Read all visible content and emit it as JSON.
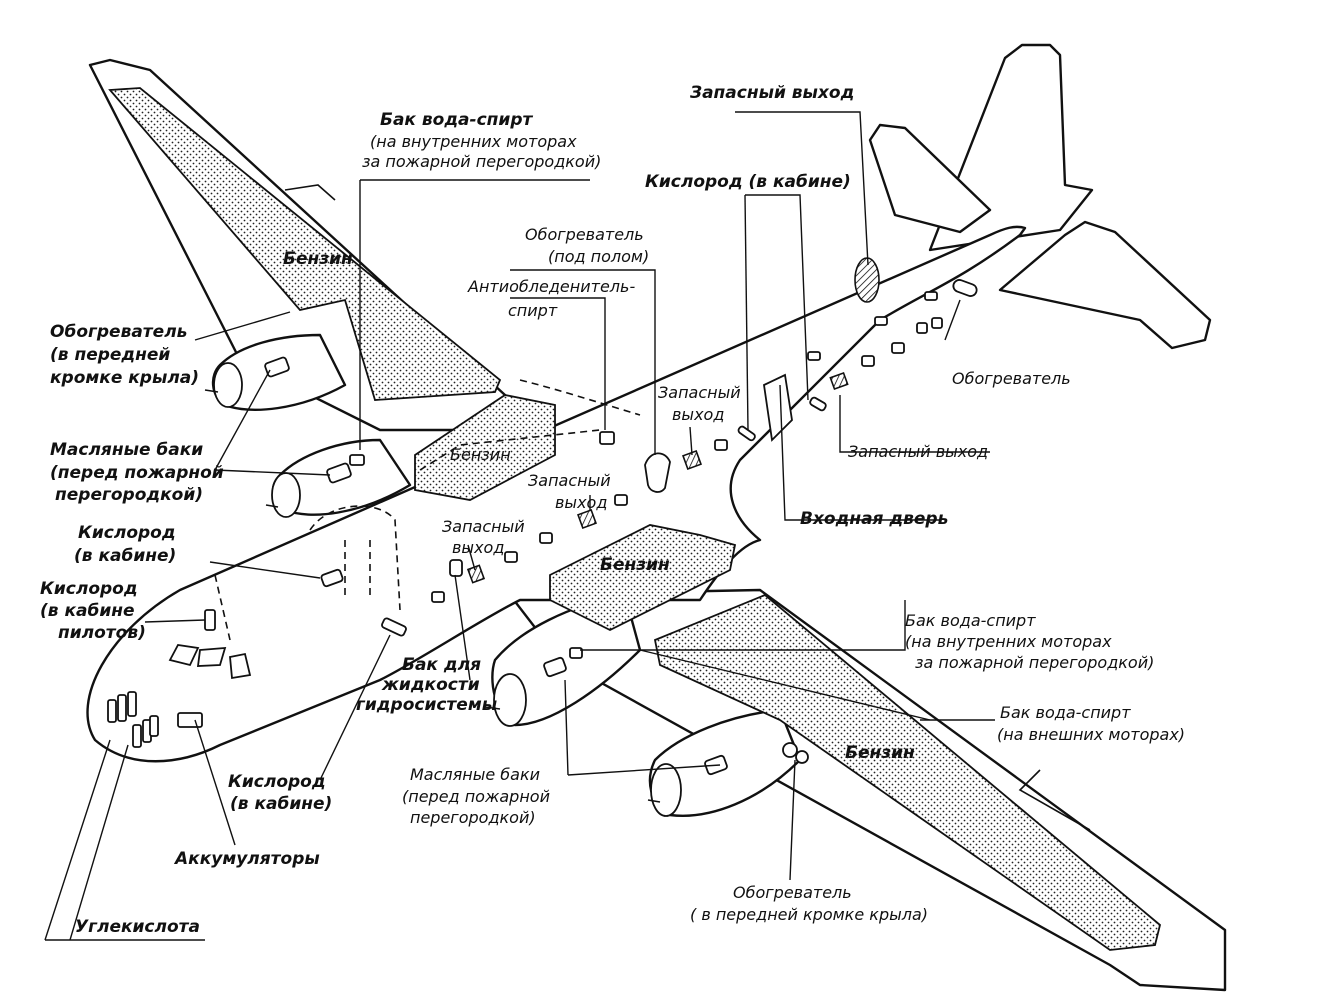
{
  "labels": {
    "emergency_exit_top": "Запасный выход",
    "water_alcohol_inner_top": [
      "Бак вода-спирт",
      "(на внутренних моторах",
      "за пожарной перегородкой)"
    ],
    "oxygen_cabin_top": "Кислород (в кабине)",
    "heater_floor": [
      "Обогреватель",
      "(под полом)"
    ],
    "anti_icing": [
      "Антиобледенитель-",
      "спирт"
    ],
    "fuel_wing_left": "Бензин",
    "heater_wing_left": [
      "Обогреватель",
      "(в передней",
      "кромке крыла)"
    ],
    "emergency_exit_mid": [
      "Запасный",
      "выход"
    ],
    "heater_tail": "Обогреватель",
    "oil_tanks_left": [
      "Масляные баки",
      "(перед пожарной",
      "перегородкой)"
    ],
    "fuel_center": "Бензин",
    "emergency_exit_right": "Запасный выход",
    "emergency_exit_fuselage1": [
      "Запасный",
      "выход"
    ],
    "emergency_exit_fuselage2": [
      "Запасный",
      "выход"
    ],
    "entry_door": "Входная дверь",
    "oxygen_cabin_left": [
      "Кислород",
      "(в кабине)"
    ],
    "oxygen_pilots": [
      "Кислород",
      "(в кабине",
      "пилотов)"
    ],
    "fuel_center_lower": "Бензин",
    "water_alcohol_inner_bottom": [
      "Бак вода-спирт",
      "(на внутренних моторах",
      "за пожарной перегородкой)"
    ],
    "hydraulic_tank": [
      "Бак для",
      "жидкости",
      "гидросистемы"
    ],
    "water_alcohol_outer": [
      "Бак вода-спирт",
      "(на внешних моторах)"
    ],
    "fuel_wing_right": "Бензин",
    "oil_tanks_bottom": [
      "Масляные баки",
      "(перед пожарной",
      "перегородкой)"
    ],
    "oxygen_cabin_bottom": [
      "Кислород",
      "(в кабине)"
    ],
    "batteries": "Аккумуляторы",
    "heater_wing_right": [
      "Обогреватель",
      "( в передней кромке крыла)"
    ],
    "co2": "Углекислота"
  }
}
